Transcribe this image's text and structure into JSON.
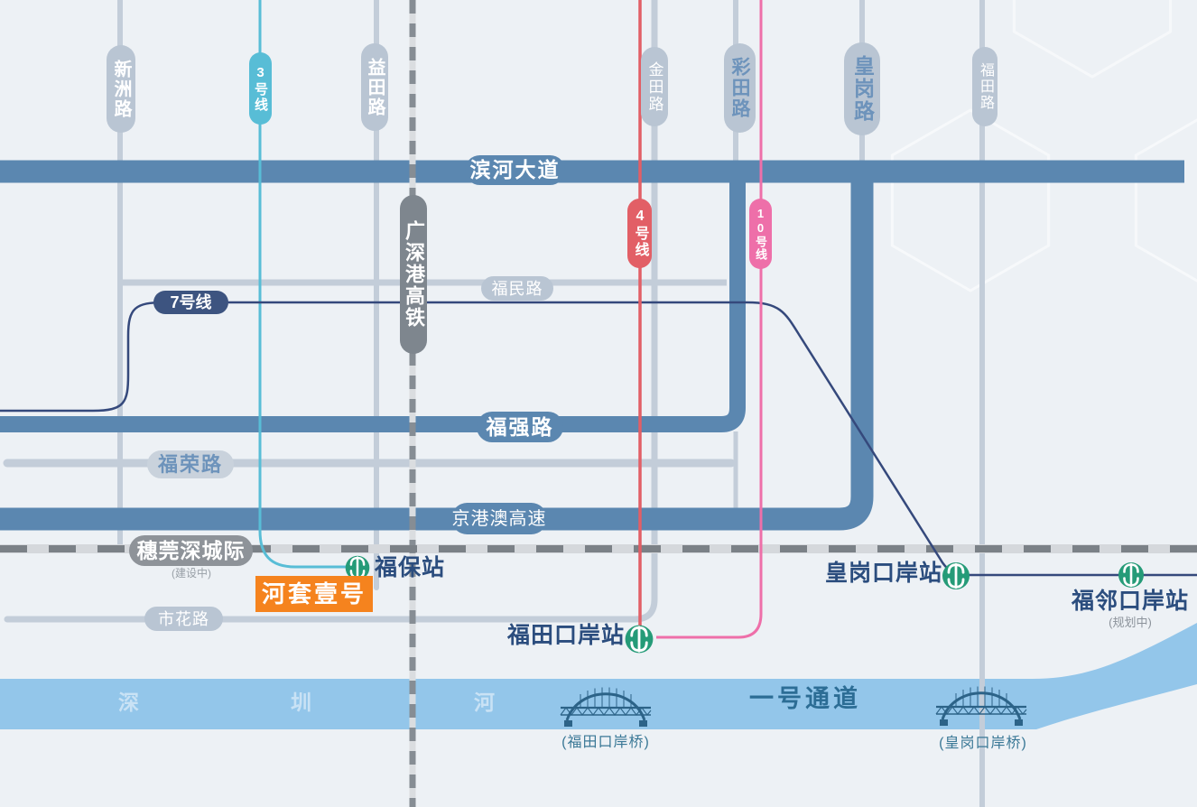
{
  "colors": {
    "background": "#edf1f5",
    "major_road_blue": "#5b87b0",
    "minor_road_gray": "#c3cdd9",
    "river_blue": "#93c6ea",
    "line3_cyan": "#58bdd6",
    "line4_red": "#e25f66",
    "line7_navy": "#35497c",
    "line10_pink": "#ee6fa9",
    "hsr_pill_gray": "#7e868e",
    "intercity_pill_gray": "#8e9399",
    "station_icon_green": "#259b78",
    "station_text_navy": "#2b4d7e",
    "project_orange": "#f5831e",
    "bridge_steel_blue": "#2c6388"
  },
  "roads": {
    "xinzhou": {
      "label": "新洲路"
    },
    "yitian": {
      "label": "益田路"
    },
    "jintian": {
      "label": "金田路"
    },
    "caitian": {
      "label": "彩田路"
    },
    "huanggang": {
      "label": "皇岗路"
    },
    "futian": {
      "label": "福田路"
    },
    "binhe": {
      "label": "滨河大道"
    },
    "fumin": {
      "label": "福民路"
    },
    "fuqiang": {
      "label": "福强路"
    },
    "furong": {
      "label": "福荣路"
    },
    "jinggangao": {
      "label": "京港澳高速"
    },
    "shihua": {
      "label": "市花路"
    }
  },
  "transit": {
    "line3": {
      "label": "3号线"
    },
    "line4": {
      "label": "4号线"
    },
    "line7": {
      "label": "7号线"
    },
    "line10": {
      "label": "10号线"
    },
    "hsr": {
      "label": "广深港高铁"
    },
    "intercity": {
      "label": "穗莞深城际",
      "status": "(建设中)"
    }
  },
  "stations": {
    "fubao": {
      "label": "福保站"
    },
    "futian_checkpoint": {
      "label": "福田口岸站"
    },
    "huanggang_checkpoint": {
      "label": "皇岗口岸站"
    },
    "fulin_checkpoint": {
      "label": "福邻口岸站",
      "status": "(规划中)"
    }
  },
  "project": {
    "label": "河套壹号"
  },
  "river": {
    "name_chars": [
      "深",
      "圳",
      "河"
    ],
    "channel_label": "一号通道",
    "bridges": [
      {
        "label": "(福田口岸桥)"
      },
      {
        "label": "(皇岗口岸桥)"
      }
    ]
  }
}
